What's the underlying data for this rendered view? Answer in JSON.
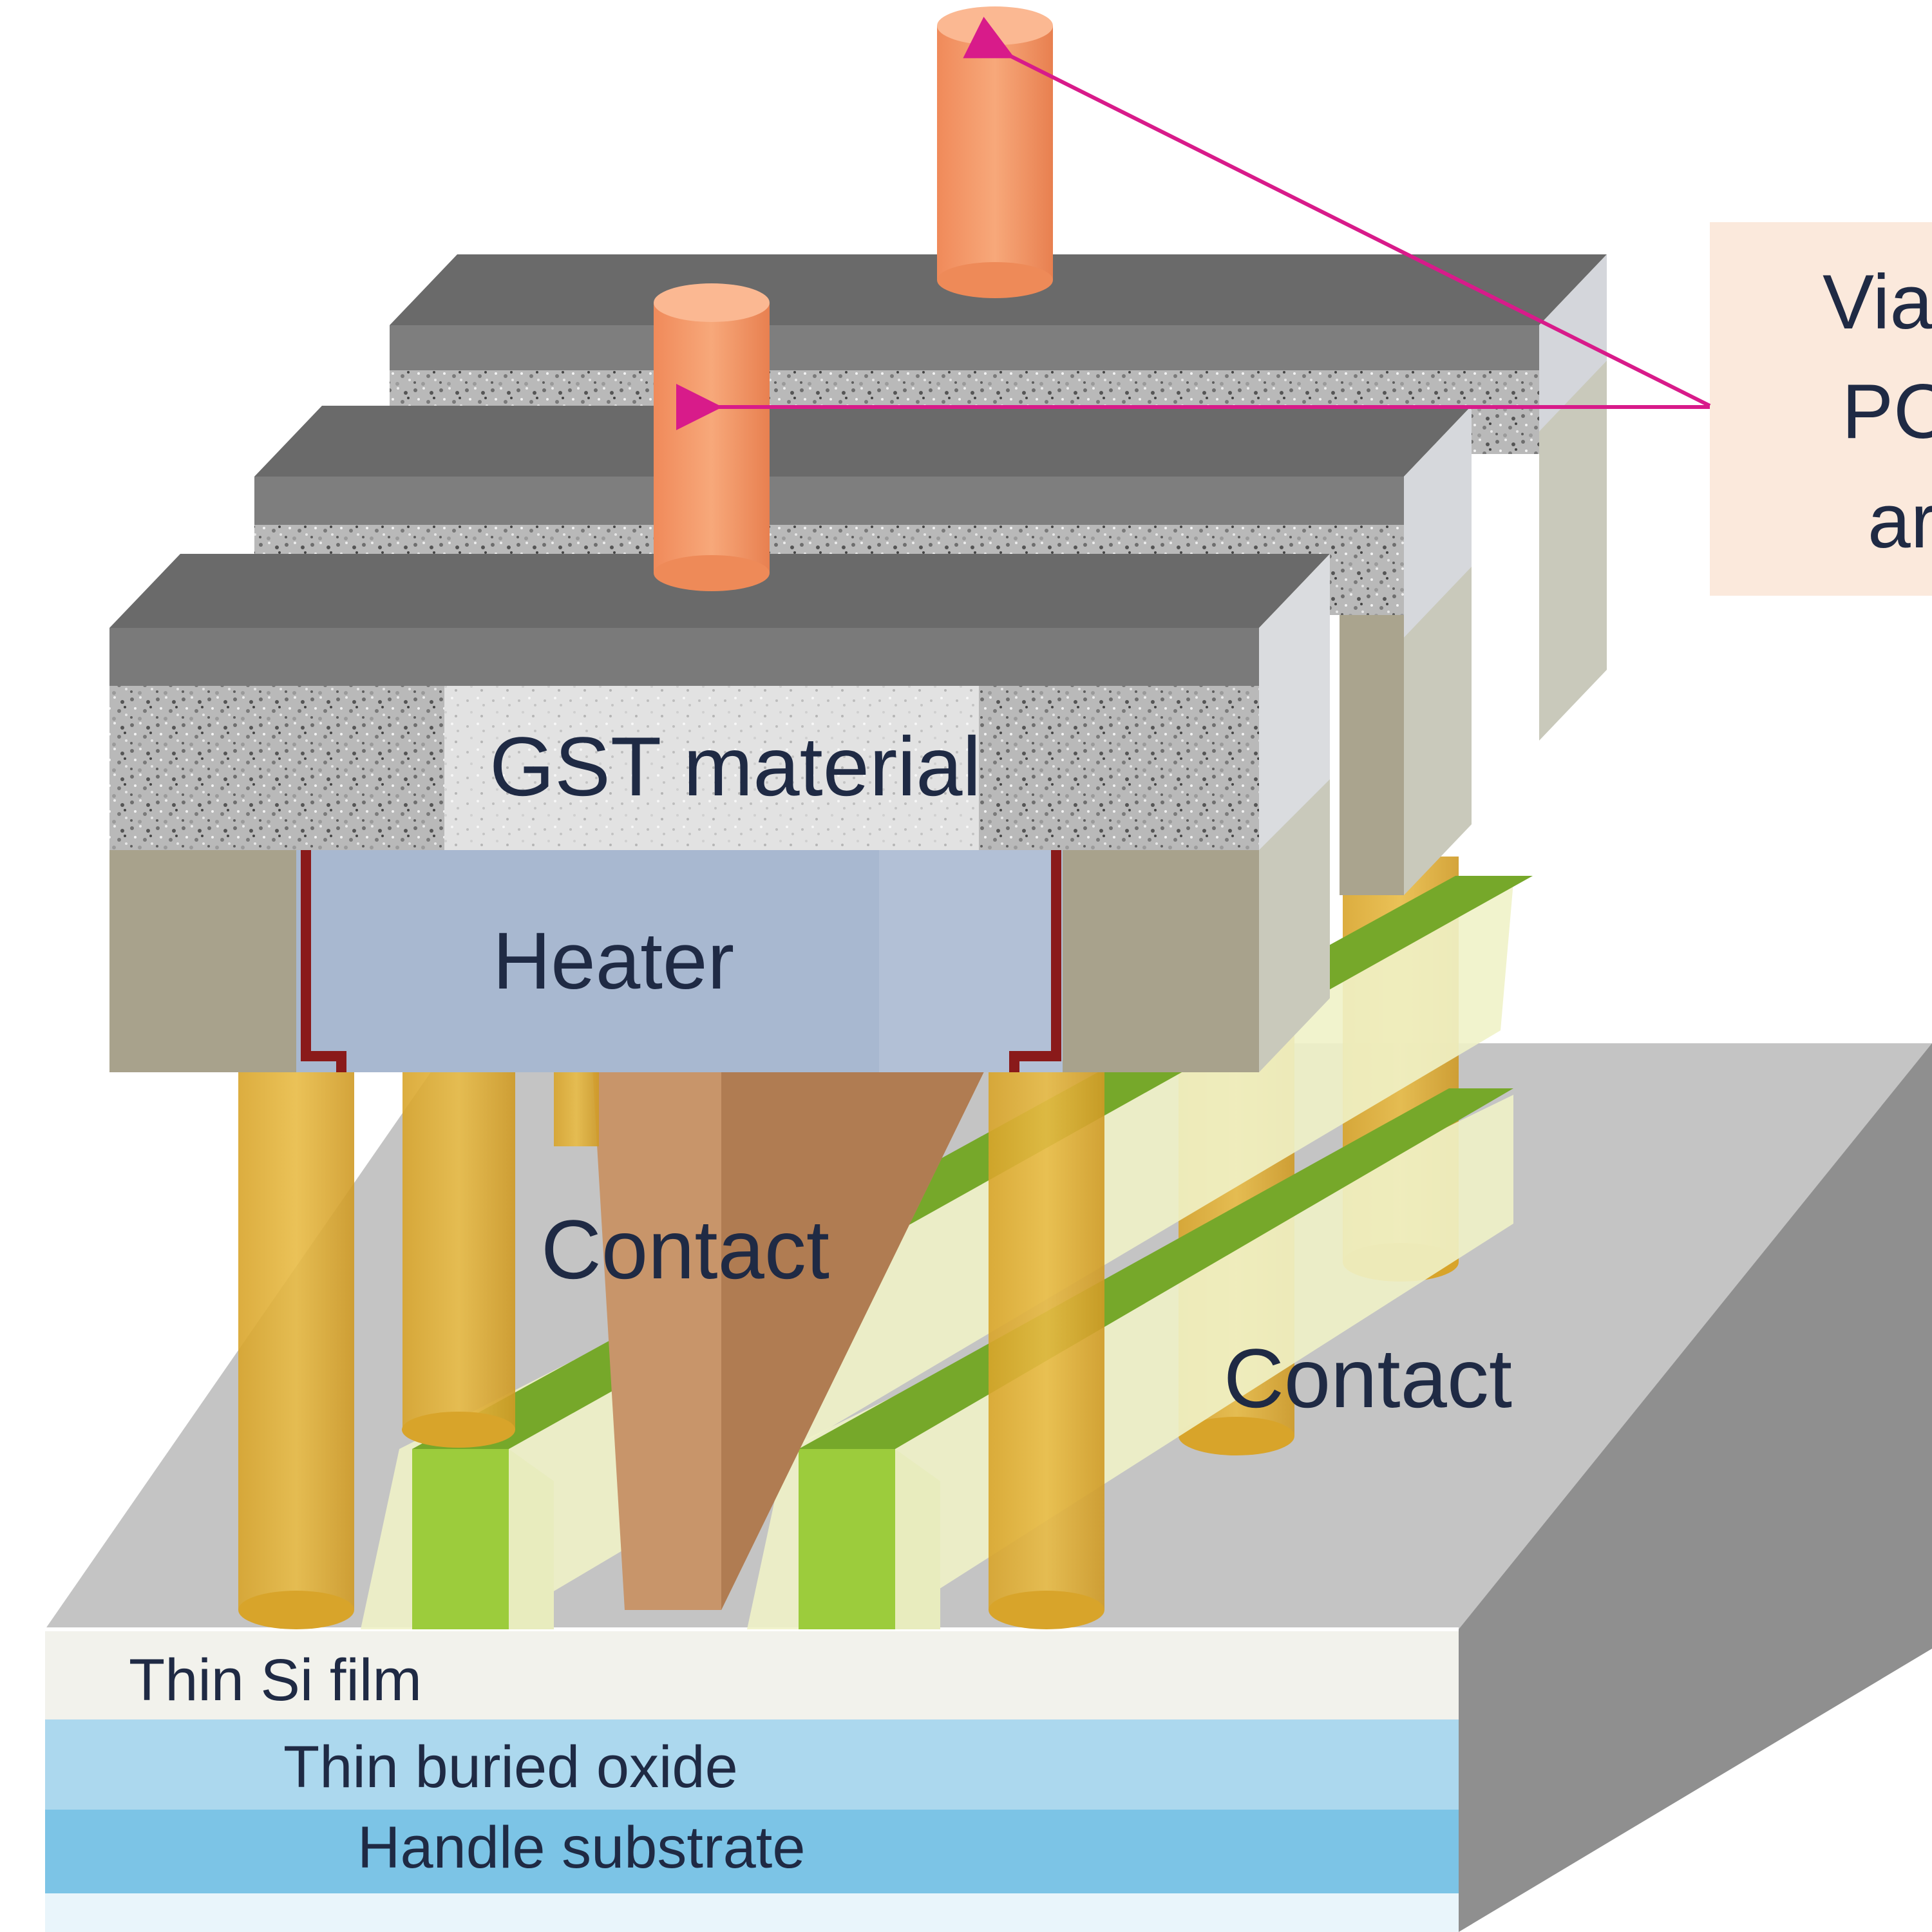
{
  "labels": {
    "gst": "GST material",
    "heater": "Heater",
    "contact_center": "Contact",
    "contact_right": "Contact",
    "thin_si": "Thin Si film",
    "buried_oxide": "Thin buried oxide",
    "handle": "Handle substrate"
  },
  "callout": {
    "line1": "Via",
    "line2": "PC",
    "line3": "arr"
  },
  "colors": {
    "arrow": "#d81b8a",
    "via": "#f5a070",
    "contact": "#e0b030",
    "gate": "#8cc63f",
    "heater": "#a8b8d0",
    "substrate": "#b8b8b8",
    "callout_box": "#fbe9dc"
  }
}
